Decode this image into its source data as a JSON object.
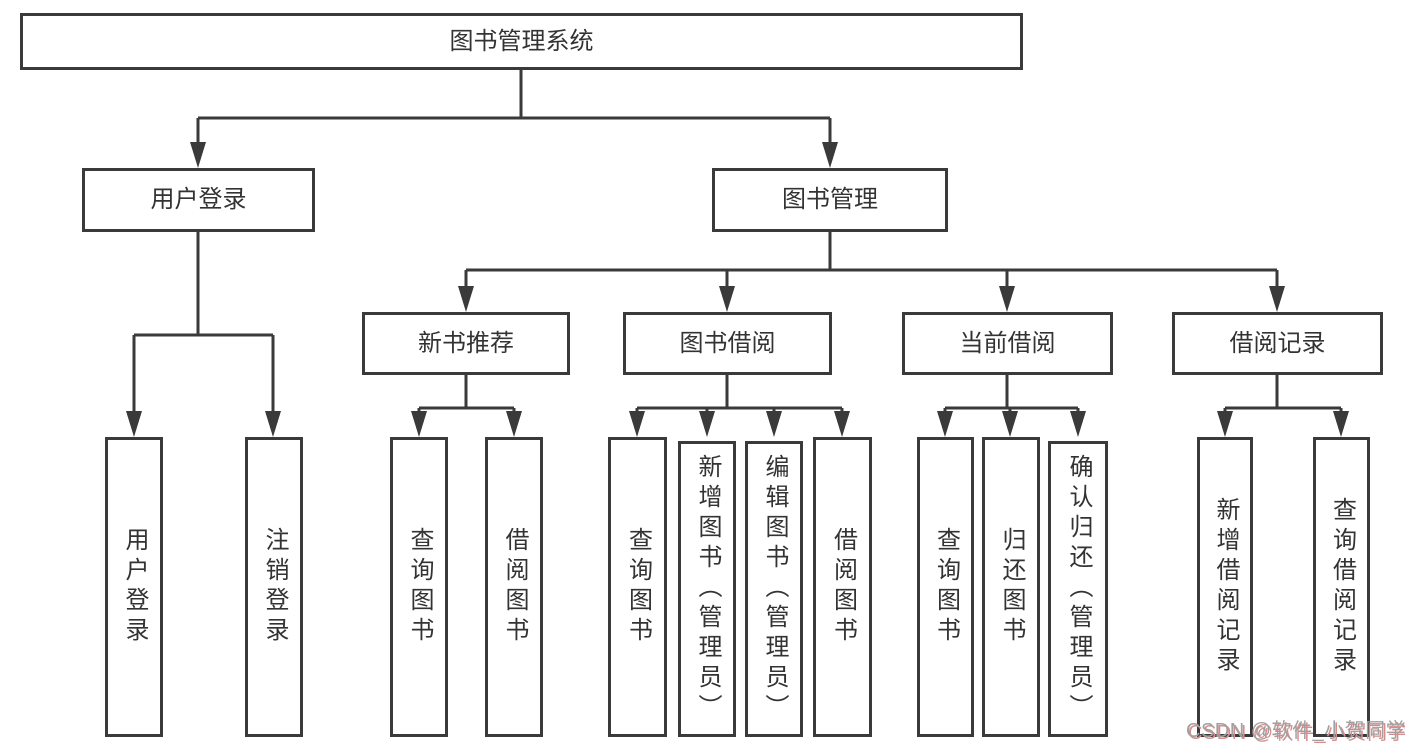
{
  "tree": {
    "label": "图书管理系统",
    "children": [
      {
        "label": "用户登录",
        "children": [
          {
            "label": "用户登录"
          },
          {
            "label": "注销登录"
          }
        ]
      },
      {
        "label": "图书管理",
        "children": [
          {
            "label": "新书推荐",
            "children": [
              {
                "label": "查询图书"
              },
              {
                "label": "借阅图书"
              }
            ]
          },
          {
            "label": "图书借阅",
            "children": [
              {
                "label": "查询图书"
              },
              {
                "label": "新增图书（管理员）"
              },
              {
                "label": "编辑图书（管理员）"
              },
              {
                "label": "借阅图书"
              }
            ]
          },
          {
            "label": "当前借阅",
            "children": [
              {
                "label": "查询图书"
              },
              {
                "label": "归还图书"
              },
              {
                "label": "确认归还（管理员）"
              }
            ]
          },
          {
            "label": "借阅记录",
            "children": [
              {
                "label": "新增借阅记录"
              },
              {
                "label": "查询借阅记录"
              }
            ]
          }
        ]
      }
    ]
  },
  "watermark": {
    "text": "CSDN @软件_小贺同学"
  },
  "colors": {
    "line": "#3a3a3a",
    "text": "#333333",
    "box-bg": "#ffffff",
    "bg": "#ffffff",
    "watermark": "#a0a0a0",
    "watermark-shadow": "#d98c8c"
  }
}
